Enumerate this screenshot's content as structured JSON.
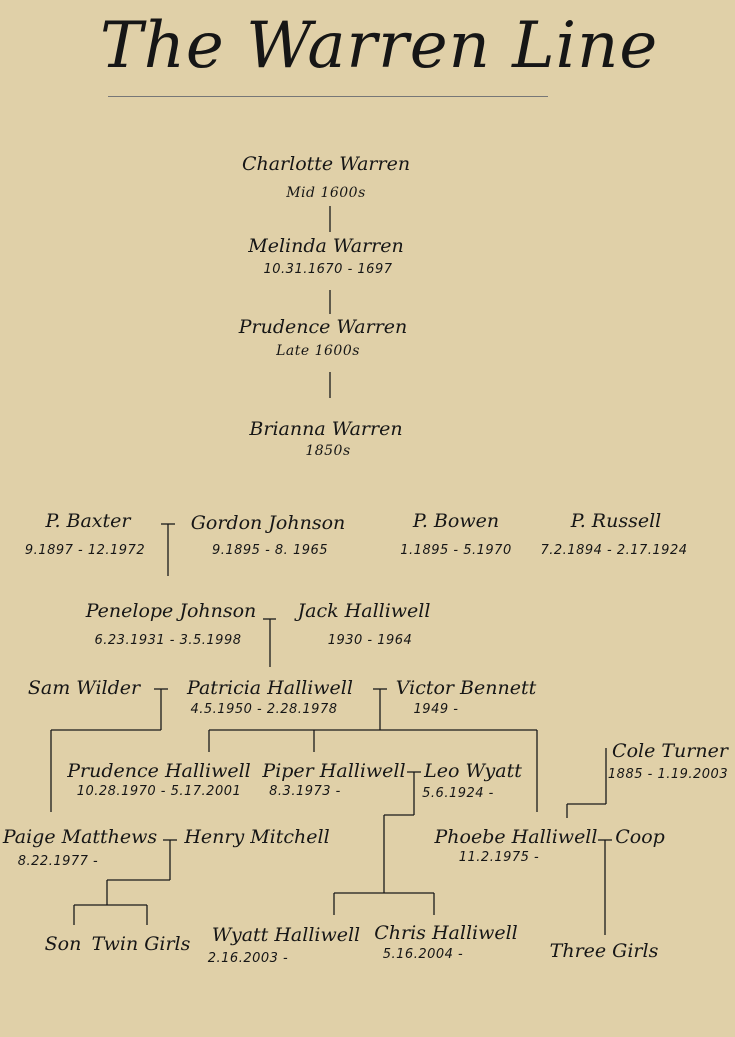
{
  "title": "The Warren Line",
  "people": {
    "charlotte": {
      "name": "Charlotte Warren",
      "date": "Mid 1600s"
    },
    "melinda": {
      "name": "Melinda Warren",
      "date": "10.31.1670 - 1697"
    },
    "prudence_w": {
      "name": "Prudence Warren",
      "date": "Late 1600s"
    },
    "brianna": {
      "name": "Brianna Warren",
      "date": "1850s"
    },
    "baxter": {
      "name": "P. Baxter",
      "date": "9.1897 - 12.1972"
    },
    "gordon": {
      "name": "Gordon Johnson",
      "date": "9.1895 - 8. 1965"
    },
    "bowen": {
      "name": "P. Bowen",
      "date": "1.1895 - 5.1970"
    },
    "russell": {
      "name": "P. Russell",
      "date": "7.2.1894 - 2.17.1924"
    },
    "penelope": {
      "name": "Penelope Johnson",
      "date": "6.23.1931 - 3.5.1998"
    },
    "jack": {
      "name": "Jack Halliwell",
      "date": "1930 - 1964"
    },
    "sam": {
      "name": "Sam Wilder",
      "date": ""
    },
    "patricia": {
      "name": "Patricia Halliwell",
      "date": "4.5.1950 - 2.28.1978"
    },
    "victor": {
      "name": "Victor Bennett",
      "date": "1949 -"
    },
    "prudence_h": {
      "name": "Prudence Halliwell",
      "date": "10.28.1970 - 5.17.2001"
    },
    "piper": {
      "name": "Piper Halliwell",
      "date": "8.3.1973 -"
    },
    "leo": {
      "name": "Leo Wyatt",
      "date": "5.6.1924 -"
    },
    "cole": {
      "name": "Cole Turner",
      "date": "1885 - 1.19.2003"
    },
    "paige": {
      "name": "Paige Matthews",
      "date": "8.22.1977 -"
    },
    "henry": {
      "name": "Henry Mitchell",
      "date": ""
    },
    "phoebe": {
      "name": "Phoebe Halliwell",
      "date": "11.2.1975 -"
    },
    "coop": {
      "name": "Coop",
      "date": ""
    },
    "son": {
      "name": "Son",
      "date": ""
    },
    "twins": {
      "name": "Twin Girls",
      "date": ""
    },
    "wyatt": {
      "name": "Wyatt Halliwell",
      "date": "2.16.2003 -"
    },
    "chris": {
      "name": "Chris Halliwell",
      "date": "5.16.2004 -"
    },
    "three_girls": {
      "name": "Three Girls",
      "date": ""
    }
  }
}
